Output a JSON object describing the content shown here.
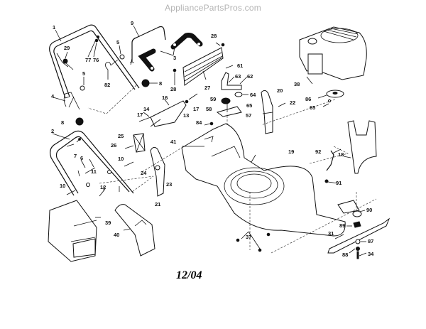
{
  "header": {
    "watermark": "AppliancePartsPros.com"
  },
  "diagram": {
    "title_date": "12/04",
    "callouts": {
      "c1": "1",
      "c29": "29",
      "c77": "77",
      "c76": "76",
      "c5a": "5",
      "c82": "82",
      "c5b": "5",
      "c4": "4",
      "c8a": "8",
      "c2": "2",
      "c7": "7",
      "c6": "6",
      "c11": "11",
      "c10a": "10",
      "c10b": "10",
      "c12": "12",
      "c39": "39",
      "c40": "40",
      "c9": "9",
      "c3": "3",
      "c8b": "8",
      "c28a": "28",
      "c28b": "28",
      "c27": "27",
      "c16": "16",
      "c17a": "17",
      "c14": "14",
      "c17b": "17",
      "c13": "13",
      "c25": "25",
      "c26": "26",
      "c24": "24",
      "c23": "23",
      "c21": "21",
      "c41": "41",
      "c84": "84",
      "c19": "19",
      "c37": "37",
      "c61": "61",
      "c63": "63",
      "c62": "62",
      "c59": "59",
      "c64": "64",
      "c58": "58",
      "c65a": "65",
      "c57": "57",
      "c20": "20",
      "c22": "22",
      "c38": "38",
      "c86": "86",
      "c65b": "65",
      "c18": "18",
      "c92": "92",
      "c91": "91",
      "c90": "90",
      "c89": "89",
      "c31": "31",
      "c87": "87",
      "c88": "88",
      "c34": "34"
    }
  }
}
